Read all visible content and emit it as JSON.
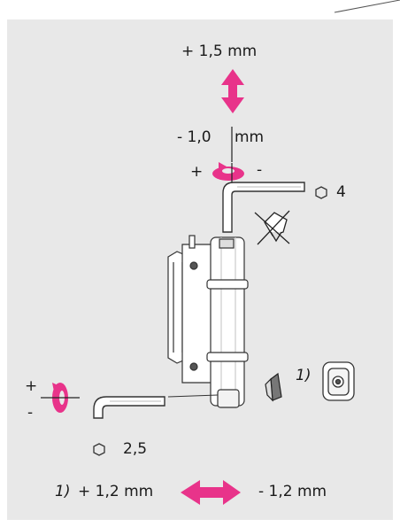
{
  "colors": {
    "accent": "#e8338a",
    "panel": "#e8e8e8",
    "ink": "#1a1a1a"
  },
  "labels": {
    "height_plus": "+ 1,5 mm",
    "height_minus": "- 1,0",
    "height_minus_unit": "mm",
    "rot_plus": "+",
    "rot_minus": "-",
    "hex_top": "4",
    "hex_bottom": "2,5",
    "side_plus": "+",
    "side_minus": "-",
    "footnote_marker": "1)",
    "footnote_note": "1)",
    "lateral_plus": "+ 1,2 mm",
    "lateral_minus": "- 1,2 mm"
  },
  "icons": [
    "hexagon-icon",
    "allen-key-icon",
    "rotation-arrow-icon",
    "double-arrow-icon",
    "cover-cap-icon"
  ]
}
